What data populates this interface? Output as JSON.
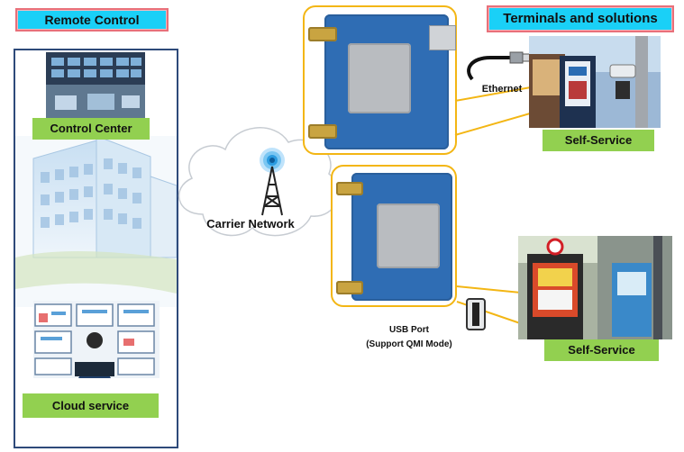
{
  "remote_control": {
    "title": "Remote Control",
    "control_center_label": "Control Center",
    "cloud_service_label": "Cloud service"
  },
  "network": {
    "carrier_network_label": "Carrier Network"
  },
  "terminals": {
    "title": "Terminals and solutions",
    "ethernet_label": "Ethernet",
    "usb_port_label": "USB Port",
    "usb_port_note": "(Support QMI Mode)",
    "self_service_top_label": "Self-Service",
    "self_service_bottom_label": "Self-Service"
  },
  "colors": {
    "title_fill": "#1ad0f7",
    "title_border": "#e8707a",
    "label_green": "#92d050",
    "frame_blue": "#2e4a7a",
    "board_frame": "#f3b614",
    "pcb_blue": "#2f6db4"
  }
}
